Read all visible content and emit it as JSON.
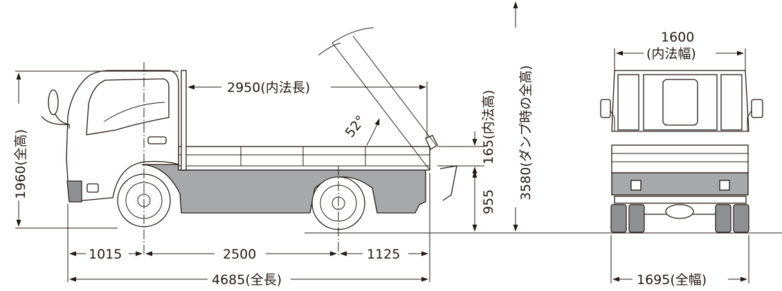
{
  "dimensions": {
    "height_total": "1960(全高)",
    "inner_length": "2950(内法長)",
    "tilt_angle": "52°",
    "side_height": "165(内法高)",
    "dump_height": "3580(ダンプ時の全高)",
    "bed_height": "955",
    "front_overhang": "1015",
    "wheelbase": "2500",
    "rear_overhang": "1125",
    "total_length": "4685(全長)",
    "inner_width_value": "1600",
    "inner_width_label": "(内法幅)",
    "total_width": "1695(全幅)"
  },
  "colors": {
    "line": "#231815",
    "body_gray": "#a7a8aa"
  }
}
